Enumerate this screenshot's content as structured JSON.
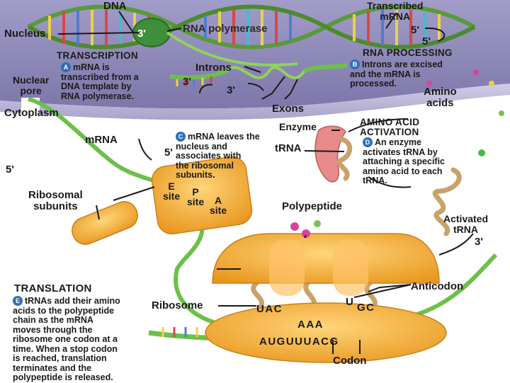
{
  "nucleus": {
    "dna_label": "DNA",
    "nucleus_label": "Nucleus",
    "three_prime": "3'",
    "rna_polymerase": "RNA polymerase",
    "transcribed_mrna": "Transcribed\nmRNA",
    "five_prime_a": "5'",
    "five_prime_b": "5'",
    "nuclear_pore": "Nuclear\npore",
    "introns": "Introns",
    "intron_3prime_left": "3'",
    "intron_3prime_right": "3'",
    "exons": "Exons"
  },
  "transcription": {
    "heading": "TRANSCRIPTION",
    "step": "A",
    "text": "mRNA is\ntranscribed from a\nDNA template by\nRNA polymerase."
  },
  "rna_processing": {
    "heading": "RNA PROCESSING",
    "step": "B",
    "text": "Introns are excised\nand the mRNA is\nprocessed."
  },
  "cytoplasm": {
    "cytoplasm_label": "Cytoplasm",
    "mrna_label": "mRNA",
    "five_prime_mrna": "5'",
    "five_prime_left": "5'",
    "step_c": "C",
    "step_c_text": "mRNA leaves the\nnucleus and\nassociates with\nthe ribosomal\nsubunits.",
    "ribosomal_subunits": "Ribosomal\nsubunits",
    "e_site": "E\nsite",
    "p_site": "P\nsite",
    "a_site": "A\nsite"
  },
  "activation": {
    "amino_acids": "Amino\nacids",
    "enzyme": "Enzyme",
    "heading": "AMINO ACID\nACTIVATION",
    "step": "D",
    "text": "An enzyme\nactivates tRNA by\nattaching a specific\namino acid to each\ntRNA.",
    "trna": "tRNA",
    "activated_trna": "Activated\ntRNA",
    "three_prime": "3'"
  },
  "translation": {
    "polypeptide": "Polypeptide",
    "heading": "TRANSLATION",
    "step": "E",
    "text": "tRNAs add their amino\nacids to the polypeptide\nchain as the mRNA\nmoves through the\nribosome one codon at a\ntime. When a stop codon\nis reached, translation\nterminates and the\npolypeptide is released.",
    "ribosome": "Ribosome",
    "anticodon": "Anticodon",
    "anticodon_1": "UAC",
    "anticodon_3": "GC",
    "anticodon_3_u": "U",
    "aaa": "AAA",
    "mrna_sequence": "AUGUUUACG",
    "codon": "Codon"
  },
  "colors": {
    "nucleus_fill": "#8a84b4",
    "cytoplasm_fill": "#ffffff",
    "mrna_green": "#6cc04a",
    "ribosome_orange": "#f0a52a",
    "trna_tan": "#c9a26a",
    "enzyme_pink": "#e88a8a",
    "step_blue": "#2f6fb6"
  }
}
